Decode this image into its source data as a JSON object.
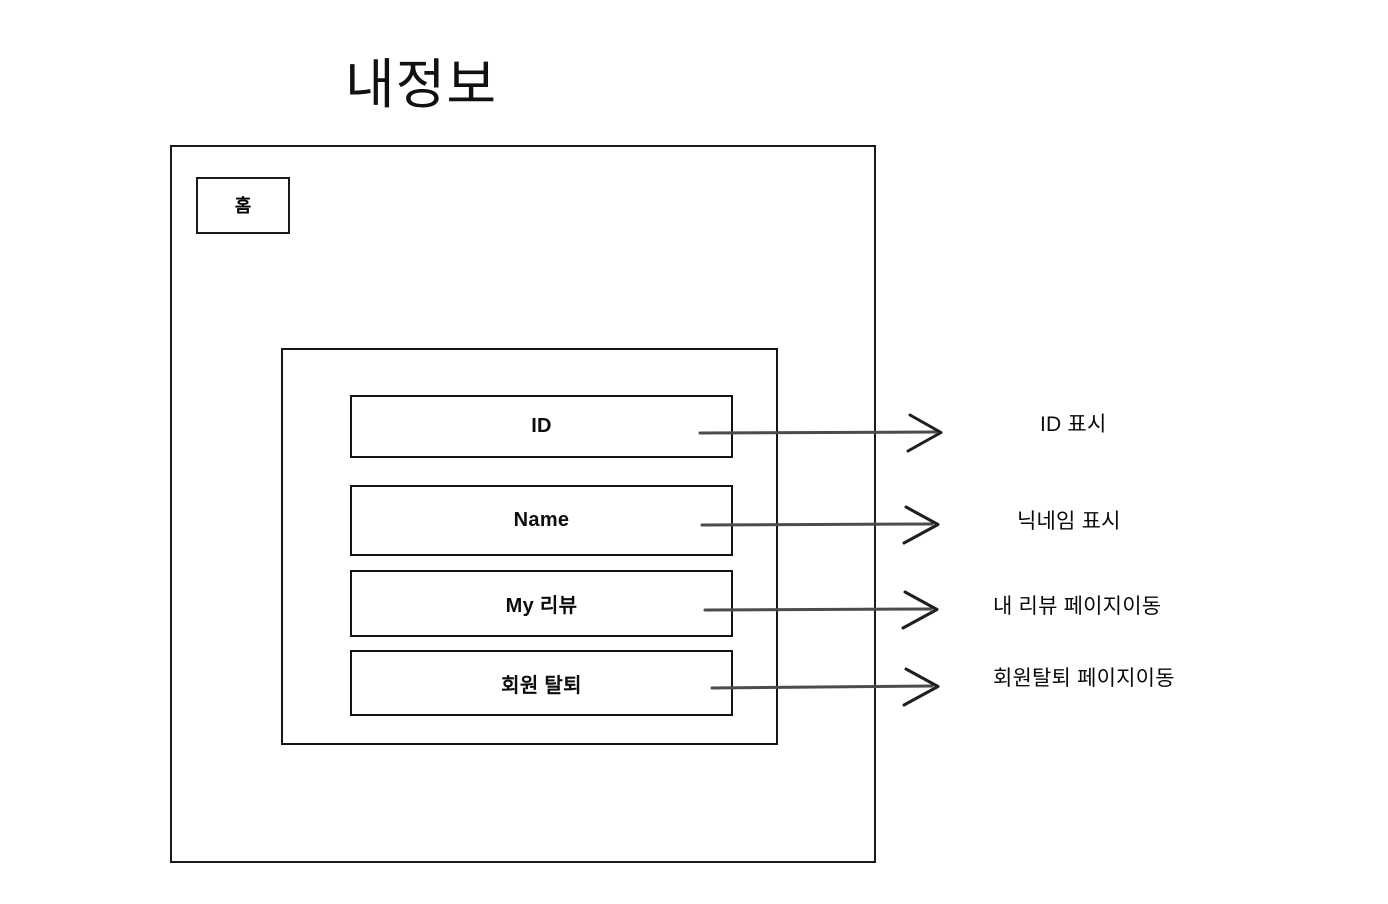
{
  "page": {
    "title": "내정보"
  },
  "nav": {
    "home_button_label": "홈"
  },
  "menu": {
    "items": [
      {
        "label": "ID",
        "note": "ID 표시"
      },
      {
        "label": "Name",
        "note": "닉네임 표시"
      },
      {
        "label": "My 리뷰",
        "note": "내 리뷰 페이지이동"
      },
      {
        "label": "회원 탈퇴",
        "note": "회원탈퇴 페이지이동"
      }
    ]
  },
  "colors": {
    "ink": "#141414",
    "background": "#ffffff",
    "arrow": "#4a4a4a"
  }
}
